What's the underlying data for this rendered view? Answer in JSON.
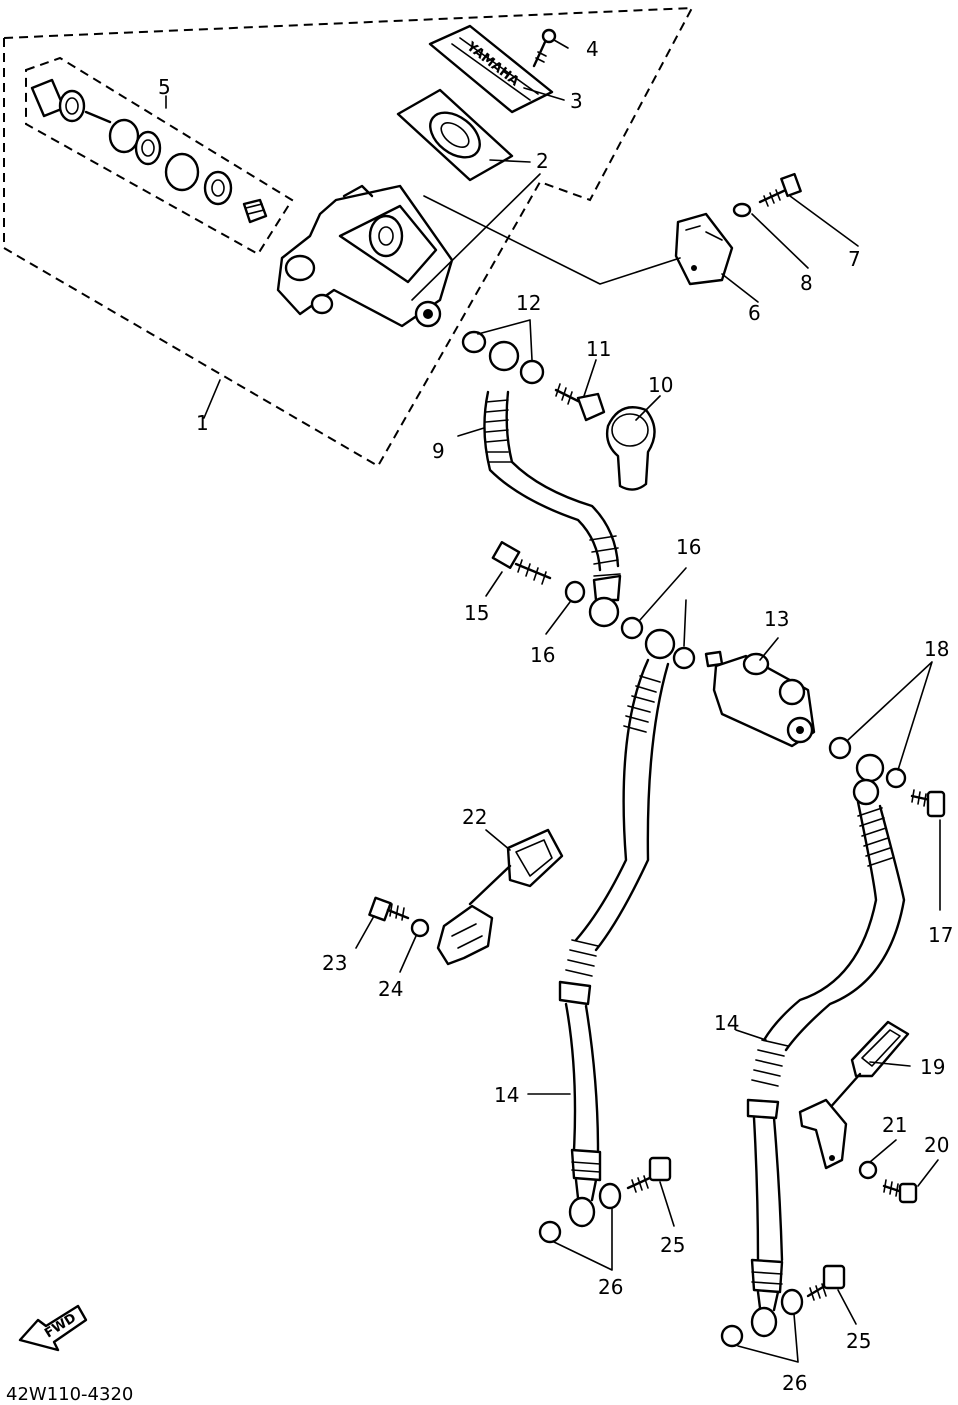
{
  "diagram": {
    "callouts": {
      "c1": "1",
      "c2": "2",
      "c3": "3",
      "c4": "4",
      "c5": "5",
      "c6": "6",
      "c7": "7",
      "c8": "8",
      "c9": "9",
      "c10": "10",
      "c11": "11",
      "c12": "12",
      "c13": "13",
      "c14a": "14",
      "c14b": "14",
      "c15": "15",
      "c16a": "16",
      "c16b": "16",
      "c17": "17",
      "c18": "18",
      "c19": "19",
      "c20": "20",
      "c21": "21",
      "c22": "22",
      "c23": "23",
      "c24": "24",
      "c25a": "25",
      "c25b": "25",
      "c26a": "26",
      "c26b": "26"
    },
    "fwd_label": "FWD",
    "drawing_code": "42W110-4320"
  }
}
